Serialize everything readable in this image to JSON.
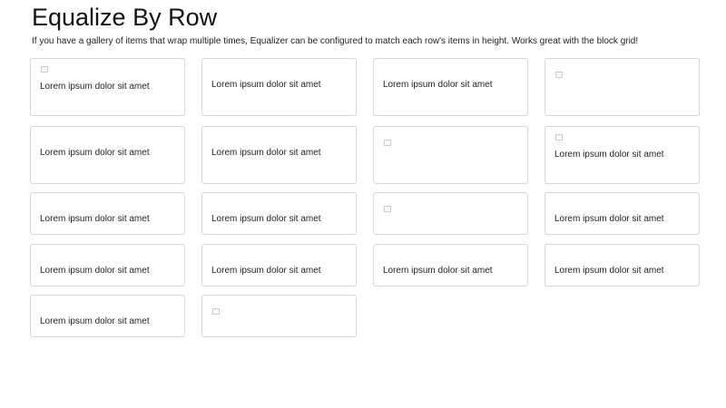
{
  "page": {
    "title": "Equalize By Row",
    "description": "If you have a gallery of items that wrap multiple times, Equalizer can be configured to match each row's items in height. Works great with the block grid!"
  },
  "card_text": "Lorem ipsum dolor sit amet",
  "icon": {
    "name": "broken-image-icon",
    "shape": "square-outline"
  },
  "grid": {
    "columns": 4,
    "rows": [
      {
        "height": 64,
        "margin_bottom": 11,
        "cards": [
          {
            "type": "icon-text"
          },
          {
            "type": "text"
          },
          {
            "type": "text"
          },
          {
            "type": "icon"
          }
        ]
      },
      {
        "height": 63.5,
        "margin_bottom": 9,
        "cards": [
          {
            "type": "text"
          },
          {
            "type": "text"
          },
          {
            "type": "icon"
          },
          {
            "type": "icon-text"
          }
        ]
      },
      {
        "height": 47.5,
        "margin_bottom": 9.5,
        "cards": [
          {
            "type": "text"
          },
          {
            "type": "text"
          },
          {
            "type": "icon"
          },
          {
            "type": "text"
          }
        ]
      },
      {
        "height": 47,
        "margin_bottom": 9.5,
        "cards": [
          {
            "type": "text"
          },
          {
            "type": "text"
          },
          {
            "type": "text"
          },
          {
            "type": "text"
          }
        ]
      },
      {
        "height": 47,
        "margin_bottom": 0,
        "cards": [
          {
            "type": "text"
          },
          {
            "type": "icon"
          }
        ]
      }
    ]
  },
  "colors": {
    "background": "#ffffff",
    "title": "#141414",
    "text": "#232323",
    "card_border": "#d5d5d5",
    "icon_border": "#c9c9c9"
  }
}
